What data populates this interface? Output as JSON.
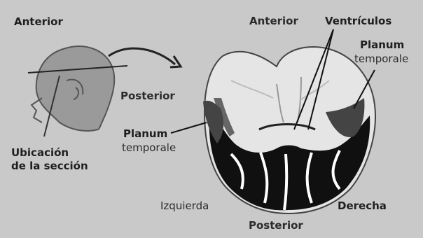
{
  "labels": {
    "anterior_left": "Anterior",
    "posterior_head": "Posterior",
    "section_location_line1": "Ubicación",
    "section_location_line2": "de la sección",
    "anterior_brain": "Anterior",
    "ventricles": "Ventrículos",
    "planum_right_line1": "Planum",
    "planum_right_line2": "temporale",
    "planum_left_line1": "Planum",
    "planum_left_line2": "temporale",
    "left_side": "Izquierda",
    "right_side": "Derecha",
    "posterior_brain": "Posterior"
  }
}
